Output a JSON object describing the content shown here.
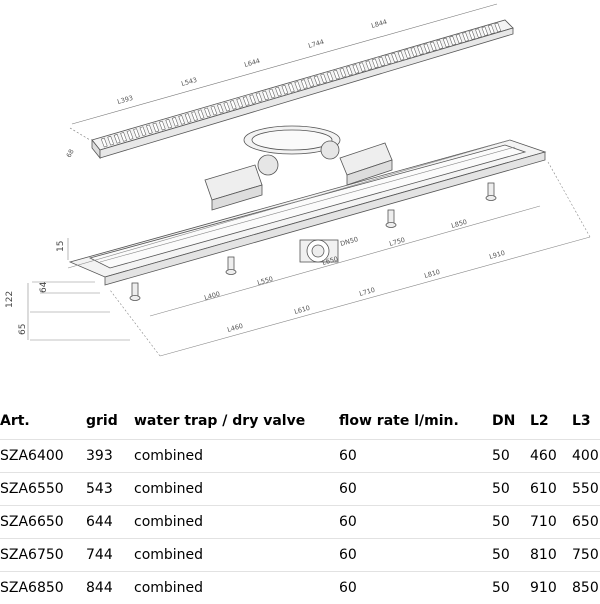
{
  "drawing": {
    "grid_length_labels": [
      "L393",
      "L543",
      "L644",
      "L744",
      "L844"
    ],
    "grid_width_label": "68",
    "base_length_labels": [
      "L400",
      "L550",
      "L650",
      "L750",
      "L850"
    ],
    "overall_length_labels": [
      "L460",
      "L610",
      "L710",
      "L810",
      "L910"
    ],
    "outlet_label": "DN50",
    "left_dimensions": [
      "15",
      "64",
      "122",
      "65"
    ]
  },
  "table": {
    "headers": [
      "Art.",
      "grid",
      "water trap / dry valve",
      "flow rate l/min.",
      "DN",
      "L2",
      "L3"
    ],
    "rows": [
      [
        "SZA6400",
        "393",
        "combined",
        "60",
        "50",
        "460",
        "400"
      ],
      [
        "SZA6550",
        "543",
        "combined",
        "60",
        "50",
        "610",
        "550"
      ],
      [
        "SZA6650",
        "644",
        "combined",
        "60",
        "50",
        "710",
        "650"
      ],
      [
        "SZA6750",
        "744",
        "combined",
        "60",
        "50",
        "810",
        "750"
      ],
      [
        "SZA6850",
        "844",
        "combined",
        "60",
        "50",
        "910",
        "850"
      ]
    ]
  }
}
